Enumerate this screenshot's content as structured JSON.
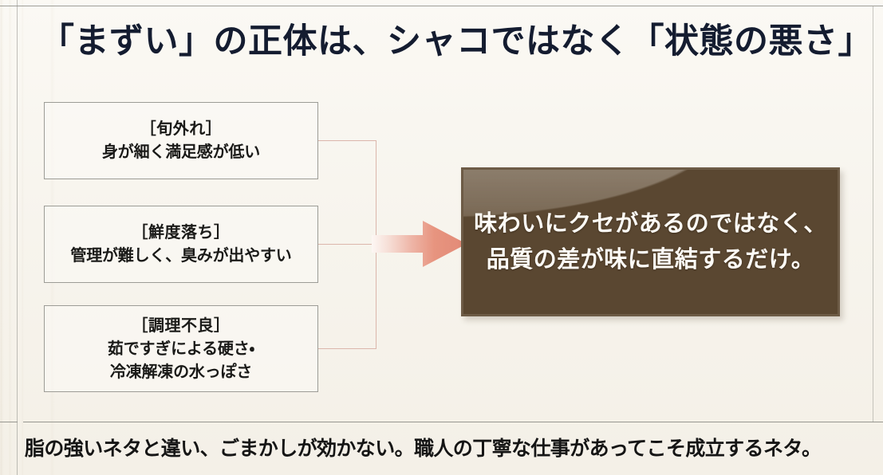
{
  "slide": {
    "title": "「まずい」の正体は、シャコではなく「状態の悪さ」",
    "footer_note": "脂の強いネタと違い、ごまかしが効かない。職人の丁寧な仕事があってこそ成立するネタ。"
  },
  "factors": [
    {
      "id": "out-of-season",
      "heading": "［旬外れ］",
      "body": "身が細く満足感が低い"
    },
    {
      "id": "freshness-loss",
      "heading": "［鮮度落ち］",
      "body": "管理が難しく、臭みが出やすい"
    },
    {
      "id": "poor-cooking",
      "heading": "［調理不良］",
      "body": "茹ですぎによる硬さ・\n冷凍解凍の水っぽさ"
    }
  ],
  "conclusion": {
    "line1": "味わいにクセがあるのではなく、",
    "line2": "品質の差が味に直結するだけ。"
  },
  "icons": {
    "arrow": "right-arrow-icon"
  },
  "colors": {
    "background": "#f9f7f1",
    "title_text": "#141c30",
    "box_border": "#9c9c96",
    "box_text": "#1a1a18",
    "connector": "#dbb6ab",
    "arrow_tip": "#e2897a",
    "arrow_tail": "#fbf3ef",
    "panel_frame": "#6d5b46",
    "panel_fill": "#5a4731",
    "panel_text": "#fdfbf6",
    "footer_text": "#151515",
    "rule": "#8d8d86"
  }
}
